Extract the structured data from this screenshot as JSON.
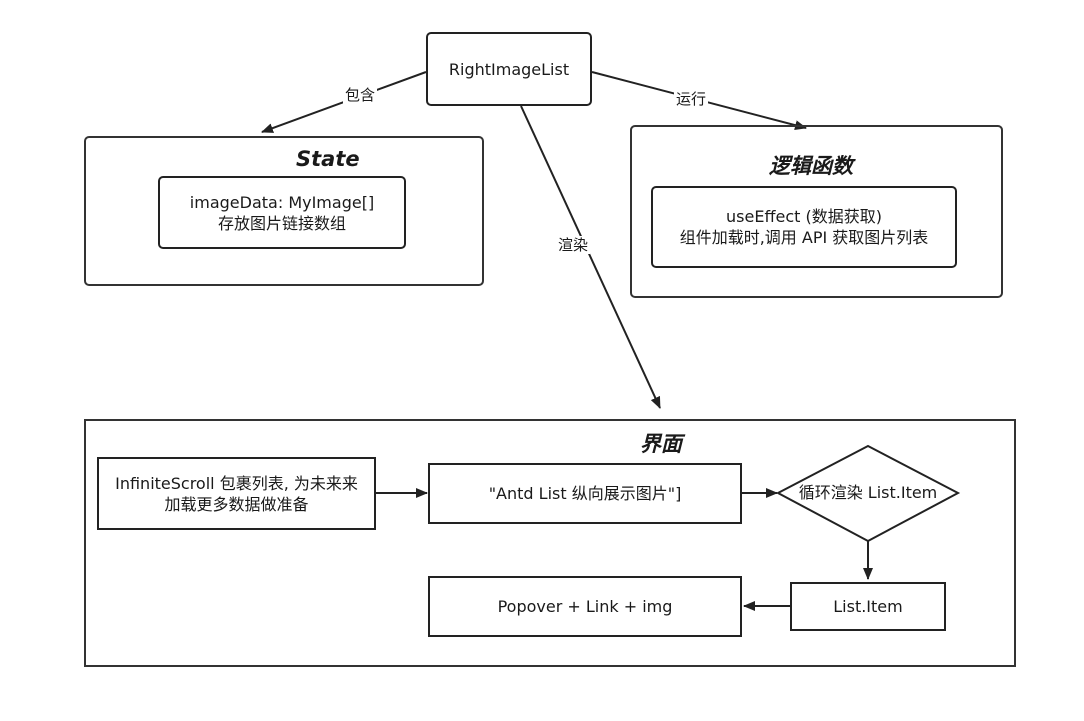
{
  "root": {
    "label": "RightImageList"
  },
  "state": {
    "title": "State",
    "box_line1": "imageData: MyImage[]",
    "box_line2": "存放图片链接数组"
  },
  "logic": {
    "title": "逻辑函数",
    "box_line1": "useEffect (数据获取)",
    "box_line2": "组件加载时,调用 API 获取图片列表"
  },
  "ui": {
    "title": "界面",
    "infinite_line1": "InfiniteScroll 包裹列表, 为未来来",
    "infinite_line2": "加载更多数据做准备",
    "antd_list": "\"Antd List 纵向展示图片\"]",
    "loop": "循环渲染 List.Item",
    "list_item": "List.Item",
    "popover": "Popover + Link + img"
  },
  "edges": {
    "contains": "包含",
    "runs": "运行",
    "renders": "渲染"
  }
}
